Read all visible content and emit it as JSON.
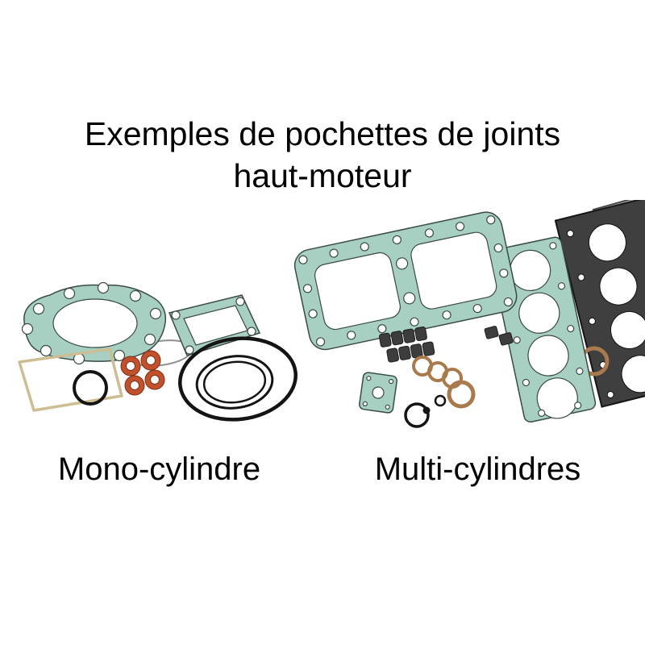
{
  "title": {
    "line1": "Exemples de pochettes de joints",
    "line2": "haut-moteur"
  },
  "captions": {
    "mono": "Mono-cylindre",
    "multi": "Multi-cylindres"
  },
  "colors": {
    "background": "#ffffff",
    "text": "#000000",
    "gasket-teal": "#a7d0c2",
    "gasket-edge": "#3a4a44",
    "paper-tan": "#cdbd92",
    "copper": "#c1502d",
    "bronze": "#a87a4c",
    "dark-gasket": "#3f3f3f",
    "oring-black": "#141414",
    "metal-gray": "#b3b3b3"
  }
}
